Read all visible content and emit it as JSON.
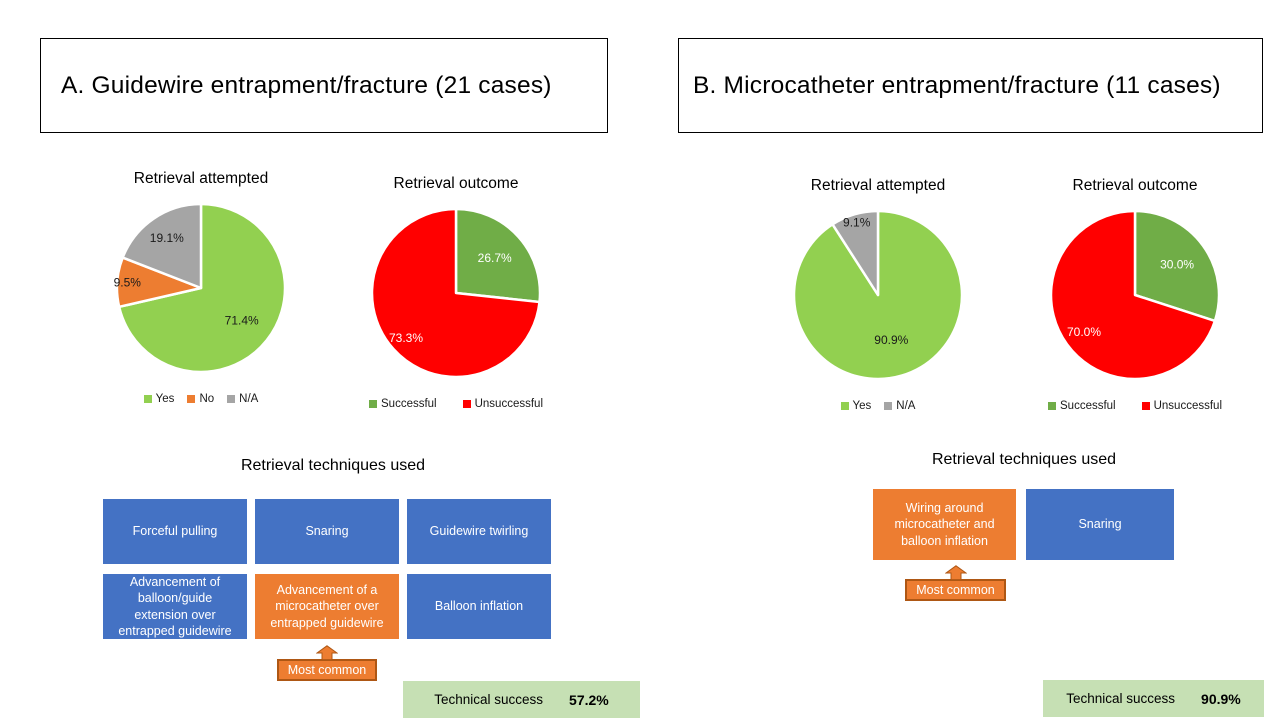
{
  "figure": {
    "panels": [
      {
        "label": "A. Guidewire entrapment/fracture (21 cases)",
        "pies": [
          {
            "title": "Retrieval attempted",
            "slices": [
              {
                "label": "Yes",
                "value": 71.4,
                "display": "71.4%",
                "color": "#92D050",
                "label_color": "#1a1a1a",
                "label_radius": 0.62
              },
              {
                "label": "No",
                "value": 9.5,
                "display": "9.5%",
                "color": "#ED7D31",
                "label_color": "#1a1a1a",
                "label_radius": 0.88
              },
              {
                "label": "N/A",
                "value": 19.1,
                "display": "19.1%",
                "color": "#A5A5A5",
                "label_color": "#1a1a1a",
                "label_radius": 0.72
              }
            ]
          },
          {
            "title": "Retrieval outcome",
            "slices": [
              {
                "label": "Successful",
                "value": 26.7,
                "display": "26.7%",
                "color": "#70AD47",
                "label_color": "#ffffff",
                "label_radius": 0.62
              },
              {
                "label": "Unsuccessful",
                "value": 73.3,
                "display": "73.3%",
                "color": "#FF0000",
                "label_color": "#ffffff",
                "label_radius": 0.8
              }
            ]
          }
        ],
        "techniques": {
          "title": "Retrieval techniques used",
          "boxes": [
            {
              "label": "Forceful pulling",
              "color": "#4472C4"
            },
            {
              "label": "Snaring",
              "color": "#4472C4"
            },
            {
              "label": "Guidewire twirling",
              "color": "#4472C4"
            },
            {
              "label": "Advancement of balloon/guide extension over entrapped guidewire",
              "color": "#4472C4"
            },
            {
              "label": "Advancement of a microcatheter over entrapped guidewire",
              "color": "#ED7D31"
            },
            {
              "label": "Balloon inflation",
              "color": "#4472C4"
            }
          ],
          "most_common": "Most common"
        },
        "technical_success": {
          "label": "Technical success",
          "value": "57.2%"
        }
      },
      {
        "label": "B. Microcatheter entrapment/fracture (11 cases)",
        "pies": [
          {
            "title": "Retrieval attempted",
            "slices": [
              {
                "label": "Yes",
                "value": 90.9,
                "display": "90.9%",
                "color": "#92D050",
                "label_color": "#1a1a1a",
                "label_radius": 0.56
              },
              {
                "label": "N/A",
                "value": 9.1,
                "display": "9.1%",
                "color": "#A5A5A5",
                "label_color": "#1a1a1a",
                "label_radius": 0.9
              }
            ]
          },
          {
            "title": "Retrieval outcome",
            "slices": [
              {
                "label": "Successful",
                "value": 30.0,
                "display": "30.0%",
                "color": "#70AD47",
                "label_color": "#ffffff",
                "label_radius": 0.62
              },
              {
                "label": "Unsuccessful",
                "value": 70.0,
                "display": "70.0%",
                "color": "#FF0000",
                "label_color": "#ffffff",
                "label_radius": 0.75
              }
            ]
          }
        ],
        "techniques": {
          "title": "Retrieval techniques used",
          "boxes": [
            {
              "label": "Wiring around microcatheter and balloon inflation",
              "color": "#ED7D31"
            },
            {
              "label": "Snaring",
              "color": "#4472C4"
            }
          ],
          "most_common": "Most common"
        },
        "technical_success": {
          "label": "Technical success",
          "value": "90.9%"
        }
      }
    ],
    "colors": {
      "light_green": "#92D050",
      "dark_green": "#70AD47",
      "orange": "#ED7D31",
      "gray": "#A5A5A5",
      "red": "#FF0000",
      "blue": "#4472C4",
      "success_bar_bg": "#C6E0B4",
      "most_common_border": "#AE5714"
    }
  },
  "chart_data": [
    {
      "type": "pie",
      "panel": "A. Guidewire entrapment/fracture (21 cases)",
      "title": "Retrieval attempted",
      "categories": [
        "Yes",
        "No",
        "N/A"
      ],
      "values": [
        71.4,
        9.5,
        19.1
      ],
      "unit": "percent",
      "colors": [
        "#92D050",
        "#ED7D31",
        "#A5A5A5"
      ],
      "start_angle_deg": 0,
      "direction": "clockwise",
      "legend_position": "bottom"
    },
    {
      "type": "pie",
      "panel": "A. Guidewire entrapment/fracture (21 cases)",
      "title": "Retrieval outcome",
      "categories": [
        "Successful",
        "Unsuccessful"
      ],
      "values": [
        26.7,
        73.3
      ],
      "unit": "percent",
      "colors": [
        "#70AD47",
        "#FF0000"
      ],
      "start_angle_deg": 0,
      "direction": "clockwise",
      "legend_position": "bottom"
    },
    {
      "type": "pie",
      "panel": "B. Microcatheter entrapment/fracture (11 cases)",
      "title": "Retrieval attempted",
      "categories": [
        "Yes",
        "N/A"
      ],
      "values": [
        90.9,
        9.1
      ],
      "unit": "percent",
      "colors": [
        "#92D050",
        "#A5A5A5"
      ],
      "start_angle_deg": 0,
      "direction": "clockwise",
      "legend_position": "bottom"
    },
    {
      "type": "pie",
      "panel": "B. Microcatheter entrapment/fracture (11 cases)",
      "title": "Retrieval outcome",
      "categories": [
        "Successful",
        "Unsuccessful"
      ],
      "values": [
        30.0,
        70.0
      ],
      "unit": "percent",
      "colors": [
        "#70AD47",
        "#FF0000"
      ],
      "start_angle_deg": 0,
      "direction": "clockwise",
      "legend_position": "bottom"
    }
  ]
}
